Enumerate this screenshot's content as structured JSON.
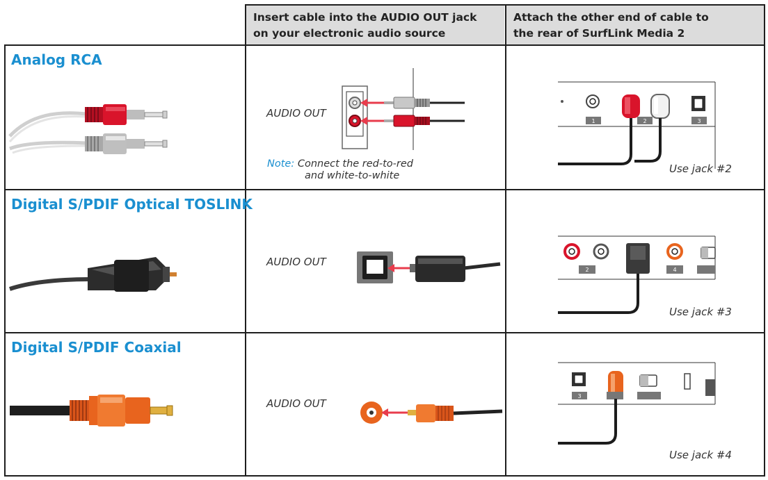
{
  "header": {
    "col2_line1": "Insert cable into the AUDIO OUT jack",
    "col2_line2": "on your electronic audio source",
    "col3_line1": "Attach the other end of cable to",
    "col3_line2": "the rear of SurfLink Media 2"
  },
  "rows": [
    {
      "title": "Analog RCA",
      "audio_out": "AUDIO OUT",
      "note_label": "Note:",
      "note_line1": "Connect the red-to-red",
      "note_line2": "and white-to-white",
      "jack_labels": [
        "1",
        "2",
        "3"
      ],
      "use_jack": "Use jack #2"
    },
    {
      "title": "Digital S/PDIF Optical TOSLINK",
      "audio_out": "AUDIO OUT",
      "jack_labels": [
        "2",
        "4"
      ],
      "use_jack": "Use jack #3"
    },
    {
      "title": "Digital S/PDIF Coaxial",
      "audio_out": "AUDIO OUT",
      "jack_labels": [
        "3"
      ],
      "use_jack": "Use jack #4"
    }
  ],
  "colors": {
    "title_blue": "#1a8fd0",
    "header_gray": "#dcdcdc",
    "rca_red": "#d9142b",
    "coax_orange": "#e8641e",
    "arrow_red": "#e83c4c"
  }
}
